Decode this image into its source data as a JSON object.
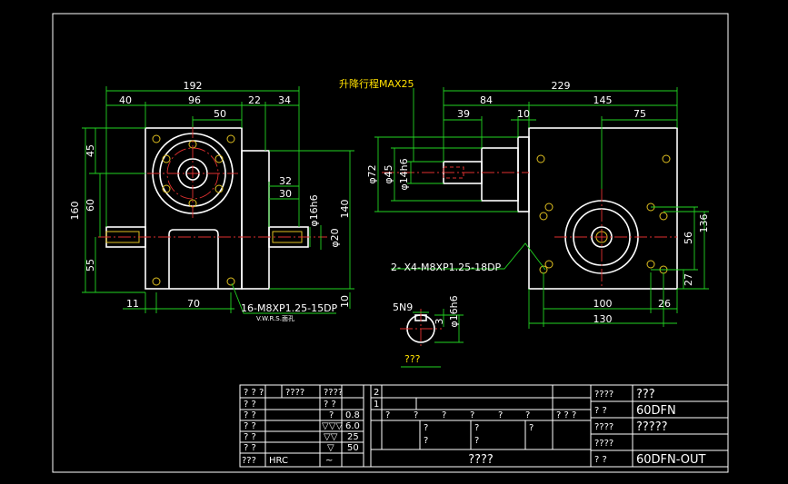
{
  "front_view": {
    "dims": {
      "overall_width": "192",
      "w40": "40",
      "w96": "96",
      "w22": "22",
      "w34": "34",
      "w50": "50",
      "h45": "45",
      "h160": "160",
      "h60": "60",
      "h55": "55",
      "w32": "32",
      "w30": "30",
      "shaft_16h6": "φ16h6",
      "shaft_20": "φ20",
      "h140": "140",
      "h10": "10",
      "w11": "11",
      "w70": "70"
    },
    "hole_note": "16-M8XP1.25-15DP",
    "hole_note_sub": "V.W.R.S.面孔"
  },
  "side_view": {
    "stroke_label": "升降行程MAX25",
    "dims": {
      "w229": "229",
      "w84": "84",
      "w145": "145",
      "w39": "39",
      "w10": "10",
      "w75": "75",
      "d72": "φ72",
      "d45": "φ45",
      "d14h6": "φ14h6",
      "h136": "136",
      "h56": "56",
      "h27": "27",
      "w100": "100",
      "w26": "26",
      "w130": "130"
    },
    "hole_note": "2- X4-M8XP1.25-18DP"
  },
  "key_detail": {
    "key_label": "5N9",
    "dim_3": "3",
    "shaft": "φ16h6",
    "caption": "???"
  },
  "title_block": {
    "left_rows": [
      {
        "a": "? ? ?",
        "b": "????"
      },
      {
        "a": "? ?",
        "b": ""
      },
      {
        "a": "? ?",
        "b": ""
      },
      {
        "a": "? ?",
        "b": ""
      },
      {
        "a": "? ?",
        "b": ""
      },
      {
        "a": "? ?",
        "b": ""
      },
      {
        "a": "???",
        "b": "HRC"
      }
    ],
    "roughness": [
      {
        "sym": "? ?",
        "val": ""
      },
      {
        "sym": "?",
        "val": "0.8"
      },
      {
        "sym": "▽▽▽",
        "val": "6.0"
      },
      {
        "sym": "▽▽",
        "val": "25"
      },
      {
        "sym": "▽",
        "val": "50"
      },
      {
        "sym": "~",
        "val": ""
      }
    ],
    "roughness_header": "????",
    "mid_top": "2",
    "mid_row2": "1",
    "mid_marks": [
      "?",
      "?",
      "?",
      "?",
      "?",
      "?",
      "? ? ?"
    ],
    "mid_row3_marks": [
      "?",
      "?",
      "?",
      "?",
      "?"
    ],
    "mid_bottom": "????",
    "right_rows": [
      {
        "label": "????",
        "value": "???"
      },
      {
        "label": "?  ?",
        "value": "60DFN"
      },
      {
        "label": "????",
        "value": "?????"
      },
      {
        "label": "????",
        "value": ""
      },
      {
        "label": "?  ?",
        "value": "60DFN-OUT"
      }
    ]
  }
}
